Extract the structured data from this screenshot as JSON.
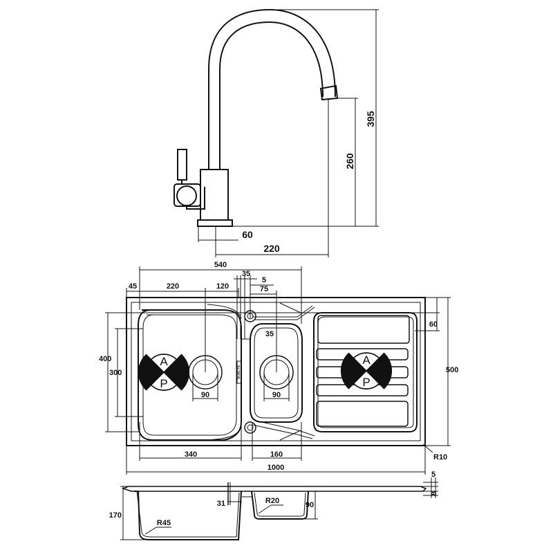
{
  "faucet": {
    "height_total": "395",
    "height_spout": "260",
    "base_width": "60",
    "reach": "220"
  },
  "sink_top": {
    "overall_bowl_span": "540",
    "offset_left": "45",
    "main_half": "220",
    "main_right": "120",
    "gap_35": "35",
    "gap_5": "5",
    "small_offset": "75",
    "small_inner_35": "35",
    "drainer_inset": "60",
    "height_outer": "400",
    "height_inner": "300",
    "total_depth": "500",
    "waste_main": "90",
    "waste_small": "90",
    "bowl_main_width": "340",
    "bowl_small_width": "160",
    "overall_length": "1000",
    "corner_radius": "R10",
    "reversible_top": "A",
    "reversible_bottom": "P",
    "overflow_mark": "SI-BCTS"
  },
  "sink_section": {
    "rim_thickness": "5",
    "flange": "8",
    "bowl_depth": "170",
    "small_offset_31": "31",
    "small_radius": "R20",
    "small_depth": "90",
    "main_radius": "R45"
  },
  "colors": {
    "line": "#111111",
    "background": "#ffffff"
  }
}
